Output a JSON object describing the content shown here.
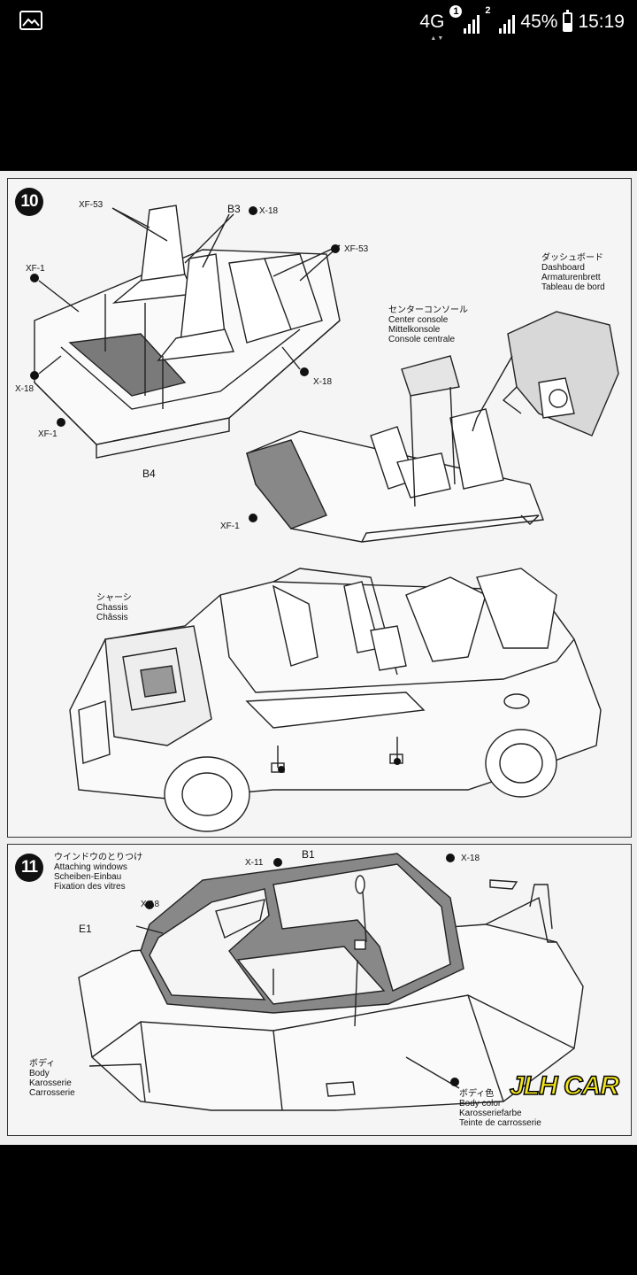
{
  "status_bar": {
    "network": "4G",
    "sim1_badge": "1",
    "sim2_badge": "2",
    "battery": "45%",
    "battery_level": 45,
    "time": "15:19",
    "icons": [
      "image-notification-icon",
      "signal-icon",
      "signal-icon",
      "battery-icon"
    ]
  },
  "step10": {
    "number": "10",
    "labels": {
      "xf53_a": "XF-53",
      "b3": "B3",
      "x18_a": "X-18",
      "xf53_b": "XF-53",
      "xf1_a": "XF-1",
      "x18_b": "X-18",
      "x18_c": "X-18",
      "xf1_b": "XF-1",
      "b4": "B4",
      "xf1_c": "XF-1"
    },
    "dashboard": [
      "ダッシュボード",
      "Dashboard",
      "Armaturenbrett",
      "Tableau de bord"
    ],
    "center_console": [
      "センターコンソール",
      "Center console",
      "Mittelkonsole",
      "Console centrale"
    ],
    "chassis": [
      "シャーシ",
      "Chassis",
      "Châssis"
    ]
  },
  "step11": {
    "number": "11",
    "title": [
      "ウインドウのとりつけ",
      "Attaching windows",
      "Scheiben-Einbau",
      "Fixation des vitres"
    ],
    "labels": {
      "x11": "X-11",
      "b1": "B1",
      "x18_a": "X-18",
      "x18_b": "X-18",
      "e1": "E1"
    },
    "body": [
      "ボディ",
      "Body",
      "Karosserie",
      "Carrosserie"
    ],
    "body_color": [
      "ボディ色",
      "Body color",
      "Karosseriefarbe",
      "Teinte de carrosserie"
    ]
  },
  "logo_text": "JLH CAR"
}
